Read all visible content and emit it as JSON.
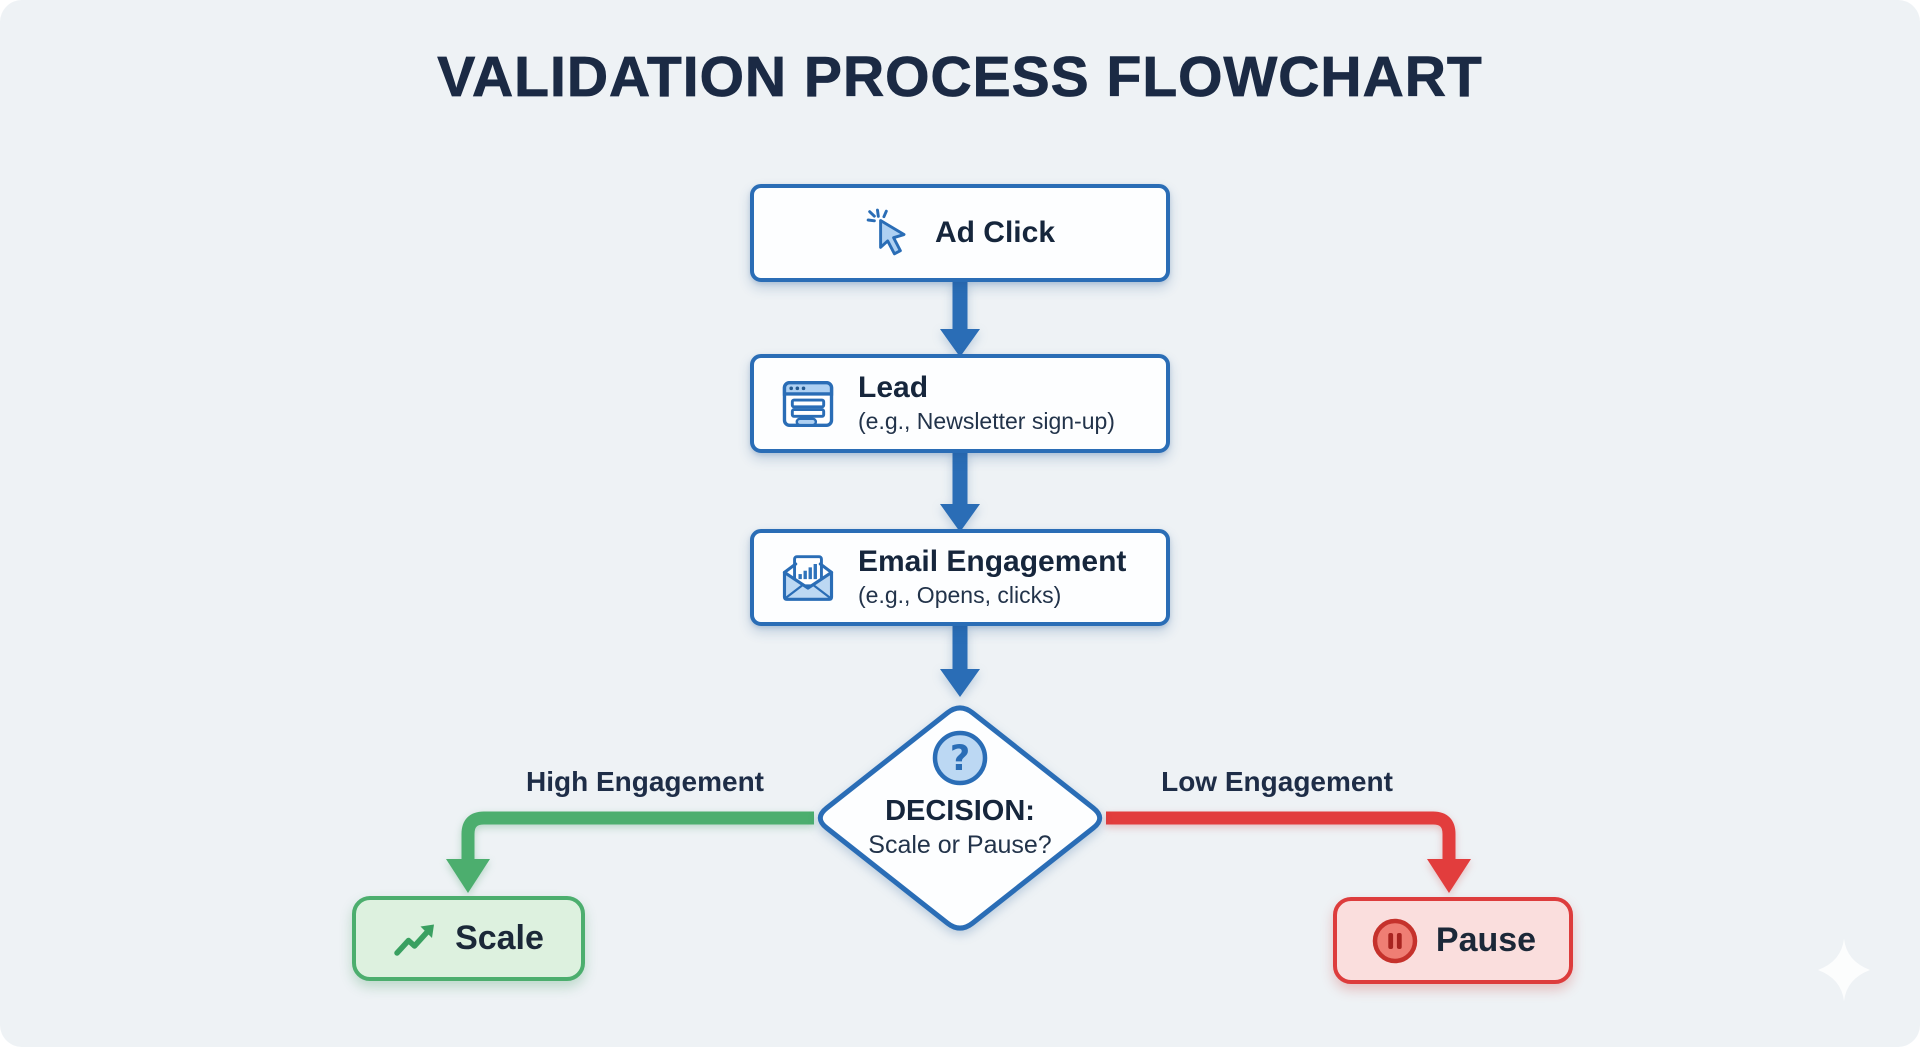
{
  "title": "VALIDATION PROCESS FLOWCHART",
  "nodes": {
    "ad_click": {
      "label": "Ad Click",
      "icon": "cursor-click-icon"
    },
    "lead": {
      "label": "Lead",
      "sublabel": "(e.g., Newsletter sign-up)",
      "icon": "signup-form-icon"
    },
    "email": {
      "label": "Email Engagement",
      "sublabel": "(e.g., Opens, clicks)",
      "icon": "email-open-chart-icon"
    },
    "decision": {
      "label": "DECISION:",
      "sublabel": "Scale or Pause?",
      "icon": "question-mark-icon"
    },
    "scale": {
      "label": "Scale",
      "icon": "trending-up-icon"
    },
    "pause": {
      "label": "Pause",
      "icon": "pause-circle-icon"
    }
  },
  "branches": {
    "high": {
      "label": "High Engagement",
      "color": "#4cae6e"
    },
    "low": {
      "label": "Low Engagement",
      "color": "#e23d3d"
    }
  },
  "colors": {
    "background": "#eef2f5",
    "primary_blue": "#2a6db6",
    "dark_navy": "#1b2a44",
    "green": "#4cae6e",
    "green_fill": "#ddf1df",
    "red": "#e23d3d",
    "red_fill": "#fadedd",
    "node_fill": "#fdfeff"
  }
}
